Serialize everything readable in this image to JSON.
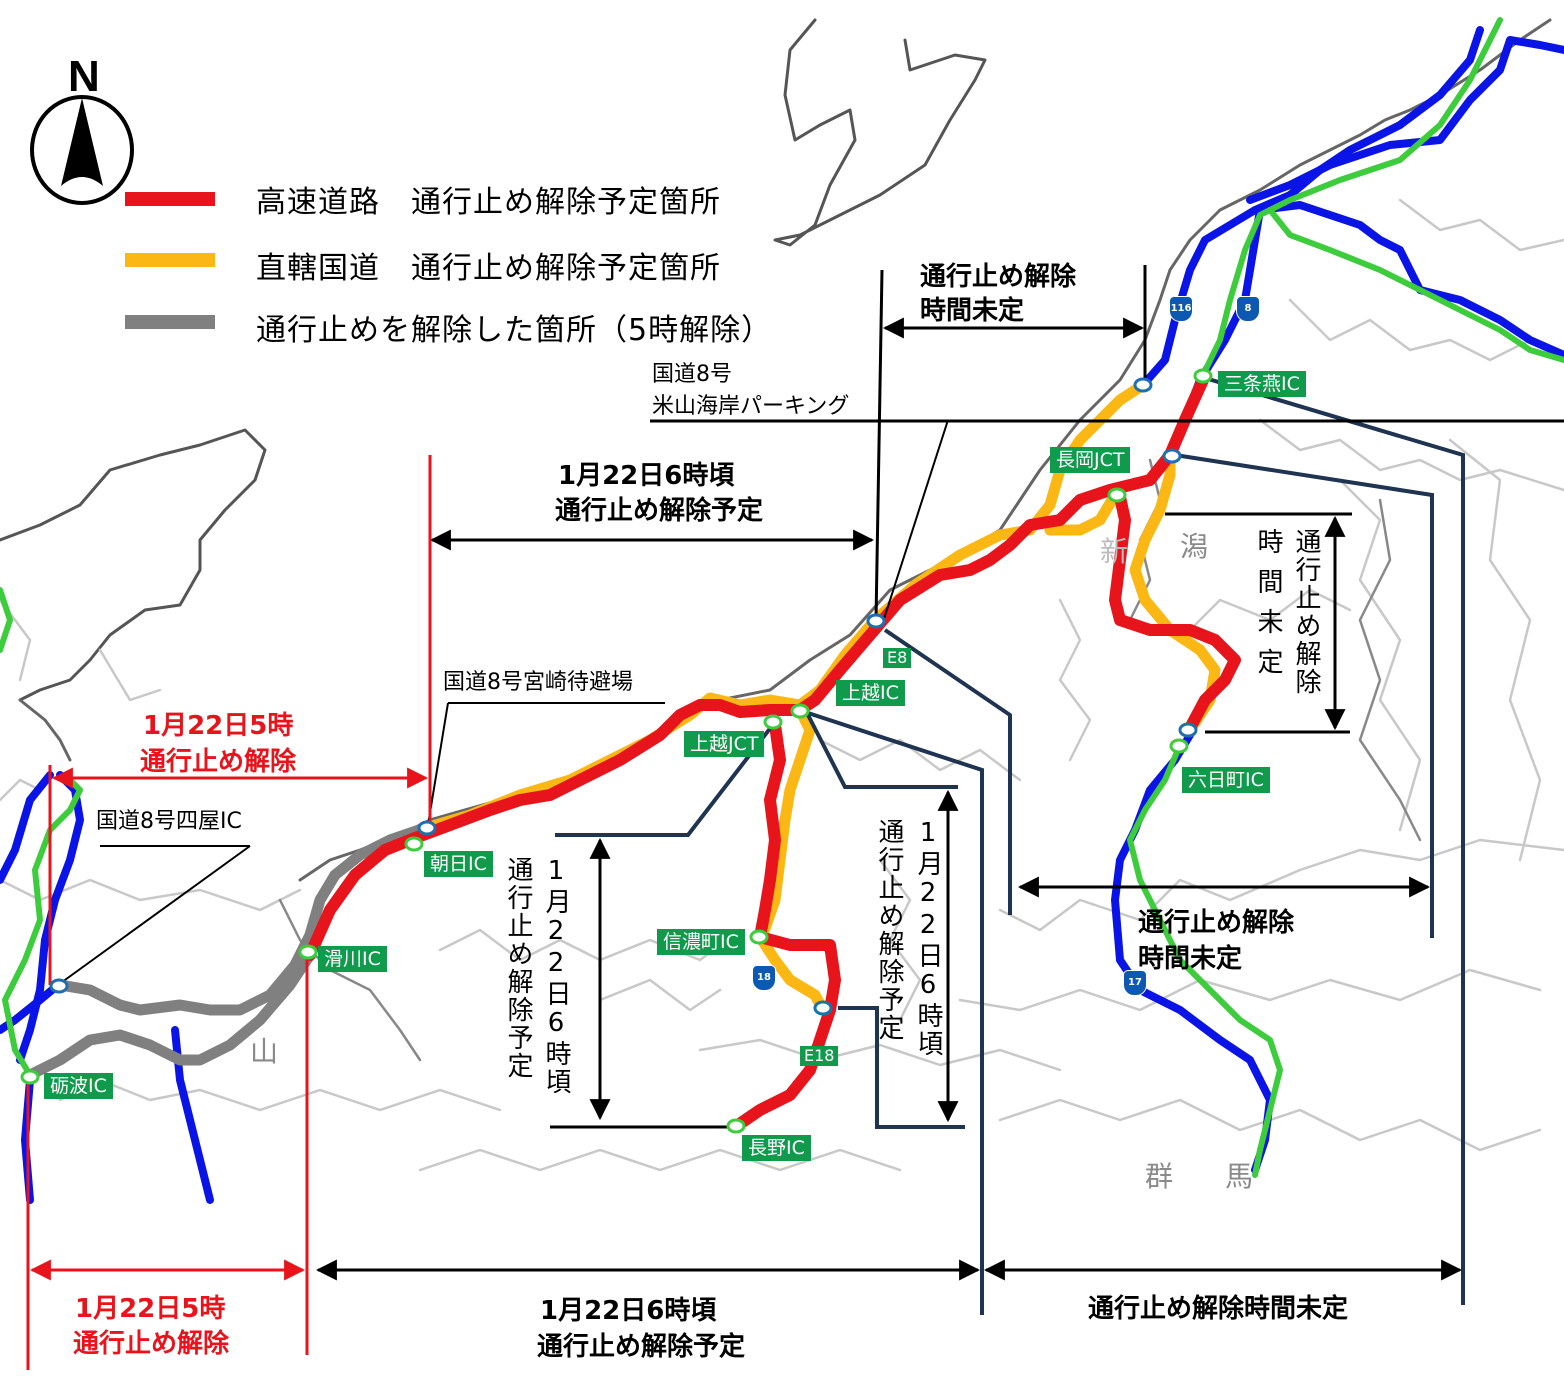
{
  "compass": {
    "label": "N"
  },
  "legend": {
    "items": [
      {
        "label": "高速道路　通行止め解除予定箇所",
        "color": "#e8141c"
      },
      {
        "label": "直轄国道　通行止め解除予定箇所",
        "color": "#fbb713"
      },
      {
        "label": "通行止めを解除した箇所（5時解除）",
        "color": "#808080"
      }
    ]
  },
  "colors": {
    "expressway_planned": "#e8141c",
    "national_road_planned": "#fbb713",
    "released": "#808080",
    "other_national_road": "#0a14e6",
    "other_expressway": "#3ccc3c",
    "ic_label_bg": "#0f9a4c",
    "leader_line": "#1e3450"
  },
  "interchanges": [
    {
      "name": "三条燕IC"
    },
    {
      "name": "長岡JCT"
    },
    {
      "name": "上越IC"
    },
    {
      "name": "上越JCT"
    },
    {
      "name": "六日町IC"
    },
    {
      "name": "朝日IC"
    },
    {
      "name": "滑川IC"
    },
    {
      "name": "砺波IC"
    },
    {
      "name": "信濃町IC"
    },
    {
      "name": "長野IC"
    }
  ],
  "route_shields": {
    "e8": "E8",
    "e18": "E18",
    "r116": "116",
    "r8": "8",
    "r18": "18",
    "r17": "17"
  },
  "prefectures": {
    "niigata": "潟",
    "niigata_partial": "新",
    "toyama": "山",
    "gunma_1": "群",
    "gunma_2": "馬"
  },
  "callouts": {
    "yoneyama_line1": "国道8号",
    "yoneyama_line2": "米山海岸パーキング",
    "miyazaki": "国道8号宮崎待避場",
    "yotsuya": "国道8号四屋IC"
  },
  "spans": {
    "top_undetermined": {
      "line1": "通行止め解除",
      "line2": "時間未定"
    },
    "mid_0600": {
      "line1": "1月22日6時頃",
      "line2": "通行止め解除予定"
    },
    "left_0500": {
      "line1": "1月22日5時",
      "line2": "通行止め解除"
    },
    "kanetsu_vertical": {
      "col1": "通行止め解除",
      "col2": "時間未定"
    },
    "joshinetsu_left_vertical": {
      "col1": "1月22日6時頃",
      "col2": "通行止め解除予定"
    },
    "joshinetsu_right_vertical": {
      "col1": "1月22日6時頃",
      "col2": "通行止め解除予定"
    },
    "south_undetermined": {
      "line1": "通行止め解除",
      "line2": "時間未定"
    }
  },
  "bottom_bar": {
    "segment1": {
      "line1": "1月22日5時",
      "line2": "通行止め解除"
    },
    "segment2": {
      "line1": "1月22日6時頃",
      "line2": "通行止め解除予定"
    },
    "segment3": {
      "line1": "通行止め解除時間未定"
    }
  }
}
